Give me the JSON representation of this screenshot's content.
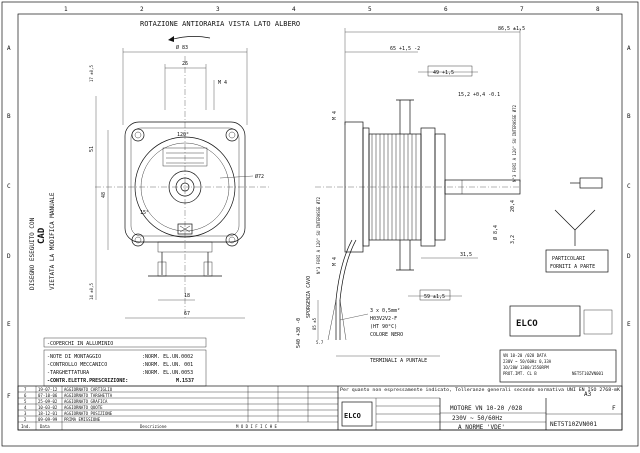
{
  "frame": {
    "columns_top": [
      "1",
      "2",
      "3",
      "4",
      "5",
      "6",
      "7",
      "8"
    ],
    "rows_left": [
      "A",
      "B",
      "C",
      "D",
      "E",
      "F"
    ],
    "rows_right": [
      "A",
      "B",
      "C",
      "D",
      "E",
      "F"
    ]
  },
  "drawing": {
    "rotation_note": "ROTAZIONE ANTIORARIA VISTA LATO ALBERO",
    "side_note_1": "DISEGNO ESEGUITO CON",
    "side_note_cad": "CAD",
    "side_note_2": "VIETATA LA MODIFICA MANUALE",
    "dims_front": {
      "d83": "Ø 83",
      "w26": "26",
      "m4": "M 4",
      "h51": "51",
      "h48": "48",
      "h1715": "17 ±0,5",
      "h14": "14 ±0,5",
      "d72": "Ø72",
      "w18": "18",
      "w67": "67",
      "a120": "120°",
      "a15": "15°"
    },
    "dims_side": {
      "d865": "86,5 ±1,5",
      "d65": "65 +1,5 -2",
      "d49": "49 +1,5",
      "d152": "15,2 +0,4 -0.1",
      "m4a": "M 4",
      "m4b": "M 4",
      "d204": "20,4",
      "d84": "Ø 8,4",
      "d32": "3,2",
      "d315": "31,5",
      "d59": "59 ±1,5",
      "d85": "85 ±5",
      "d57": "5.7",
      "d25": "25",
      "holes_top": "N°3 FORI A 120° SU INTERASSE Ø72",
      "holes_bot": "N°3 FORI A 120° SU INTERASSE Ø72",
      "shaft_len": "540 +30 -0",
      "sponge": "SPORGENZA CAVO"
    },
    "cable_note": [
      "3 x 0,5mm²",
      "H03V2V2-F",
      "(HT 90°C)",
      "COLORE NERO"
    ],
    "terminals_note": "TERMINALI A PUNTALE",
    "particulars": [
      "PARTICOLARI",
      "FORNITI A PARTE"
    ]
  },
  "legend": {
    "copper": "-COPERCHI IN ALLUMINIO",
    "rows": [
      {
        "label": "-NOTE DI MONTAGGIO",
        "value": ":NORM. EL.UN.0002"
      },
      {
        "label": "-CONTROLLO MECCANICO",
        "value": ":NORM. EL.UN. 001"
      },
      {
        "label": "-TARGHETTATURA",
        "value": ":NORM. EL.UN.0053"
      },
      {
        "label": "-CONTR.ELETTR.PRESCRIZIONE:",
        "value": "M.1537"
      }
    ]
  },
  "nameplate": {
    "lines": [
      "VN 10-20 /028 DATA",
      "230V ~ 50/60Hz 0,33A",
      "1O/28W 1300/1550RPM",
      "PROT.IMT. CL B"
    ],
    "code": "NET5T10ZVN001"
  },
  "title_block": {
    "disclaimer": "Per quanto non espressamente indicato, Tolleranze generali secondo normativa UNI EN ISO 2768-mK",
    "brand": "ELCO",
    "model": "MOTORE VN 10-20 /028",
    "voltage": "230V ~ 50/60Hz",
    "norm": "A NORME 'VDE'",
    "code": "NET5T10ZVN001",
    "scale": "A3",
    "sheet": "F",
    "modifiche": "M O D I F I C H E",
    "revisions": [
      {
        "n": "7",
        "date": "19-07-12",
        "desc": "AGGIORNATO CARTIGLIO"
      },
      {
        "n": "6",
        "date": "07-10-06",
        "desc": "AGGIORNATO TARGHETTA"
      },
      {
        "n": "5",
        "date": "25-09-02",
        "desc": "AGGIORNATO GRAFICA"
      },
      {
        "n": "4",
        "date": "10-03-02",
        "desc": "AGGIORNATO QUOTE"
      },
      {
        "n": "3",
        "date": "18-12-01",
        "desc": "AGGIORNATO POSIZIONE"
      },
      {
        "n": "2",
        "date": "09-09-99",
        "desc": "PRIMA EMISSIONE"
      }
    ],
    "col_labels": {
      "n": "Ind.",
      "date": "Data",
      "desc": "Descrizione"
    }
  }
}
